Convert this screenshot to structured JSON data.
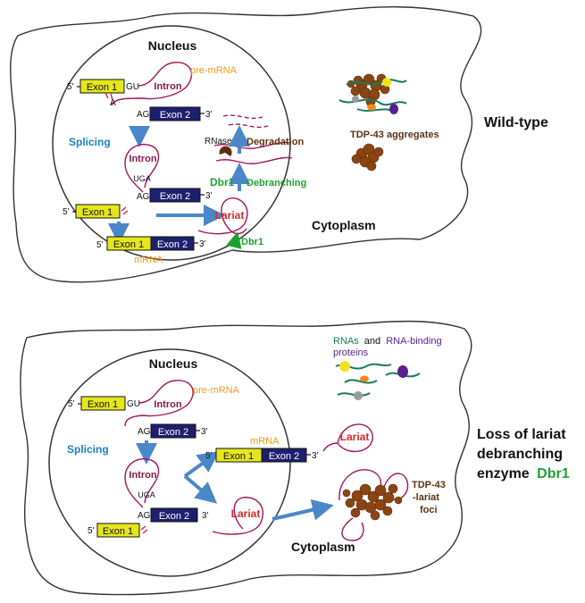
{
  "colors": {
    "exon1_fill": "#e6e61e",
    "exon2_fill": "#1e1f6e",
    "intron_stroke": "#a3155d",
    "intron_text": "#8b1550",
    "mrna_text": "#f39a1e",
    "splicing_text": "#1f80c0",
    "arrow": "#4a87c8",
    "dbr1_text": "#1fa032",
    "lariat_text": "#d62a2a",
    "degradation_text": "#5a3210",
    "aggregate": "#8b4513",
    "rna_strand": "#1a7a5e",
    "rbp_yellow": "#f2e21a",
    "rbp_orange": "#f08a1e",
    "rbp_purple": "#5a1e8c",
    "rbp_gray": "#9a9a9a"
  },
  "panel_top": {
    "nucleus_label": "Nucleus",
    "cytoplasm_label": "Cytoplasm",
    "condition_label": "Wild-type",
    "five_prime": "5'",
    "three_prime": "3'",
    "exon1": "Exon 1",
    "exon2": "Exon 2",
    "gu": "GU",
    "a": "A",
    "ag": "AG",
    "uga": "UGA",
    "intron_label": "Intron",
    "premrna_label": "pre-mRNA",
    "splicing_label": "Splicing",
    "mrna_label": "mRNA",
    "lariat_label": "Lariat",
    "dbr1_label": "Dbr1",
    "debranching_label": "Debranching",
    "degradation_label": "Degradation",
    "rnases_label": "RNases",
    "aggregates_label": "TDP-43 aggregates"
  },
  "panel_bottom": {
    "nucleus_label": "Nucleus",
    "cytoplasm_label": "Cytoplasm",
    "condition_line1": "Loss of lariat",
    "condition_line2": "debranching",
    "condition_line3_prefix": "enzyme",
    "condition_line3_highlight": "Dbr1",
    "five_prime": "5'",
    "three_prime": "3'",
    "exon1": "Exon 1",
    "exon2": "Exon 2",
    "gu": "GU",
    "ag": "AG",
    "uga": "UGA",
    "intron_label": "Intron",
    "premrna_label": "pre-mRNA",
    "splicing_label": "Splicing",
    "mrna_label": "mRNA",
    "lariat_label": "Lariat",
    "rna_word1": "RNAs",
    "rna_word_and": "and",
    "rna_word2": "RNA-binding",
    "rna_word3": "proteins",
    "foci_line1": "TDP-43",
    "foci_line2": "-lariat",
    "foci_line3": "foci"
  }
}
